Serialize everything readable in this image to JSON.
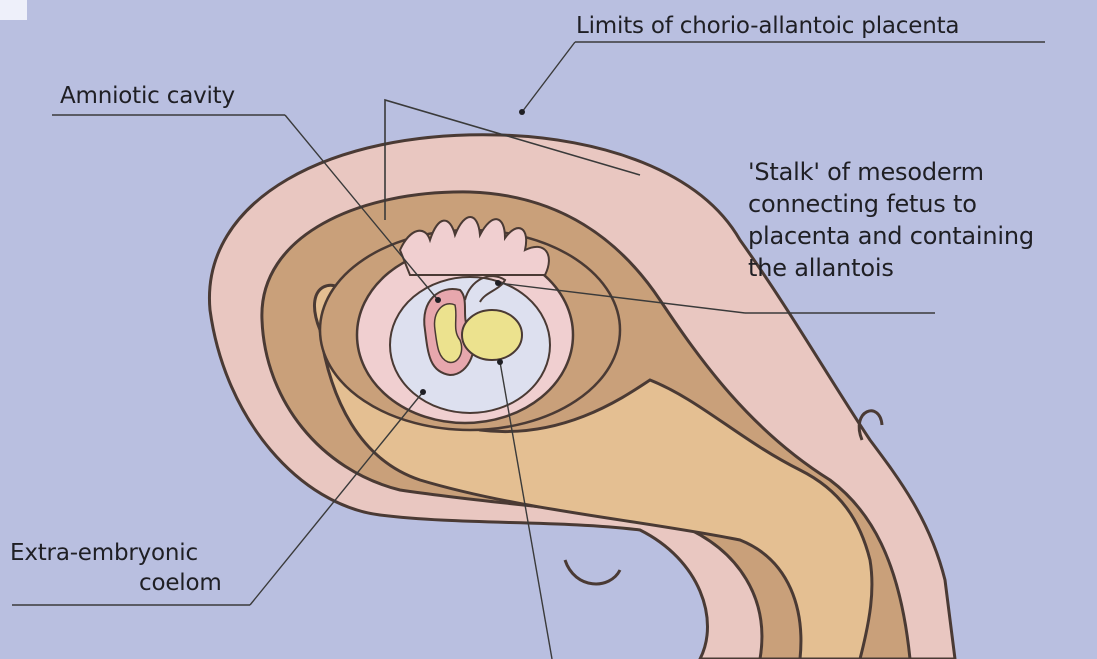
{
  "labels": {
    "placenta_limits": "Limits of chorio-allantoic placenta",
    "amniotic_cavity": "Amniotic cavity",
    "stalk_lines": [
      "'Stalk' of mesoderm",
      "connecting fetus to",
      "placenta and containing",
      "the allantois"
    ],
    "coelom_lines": [
      "Extra-embryonic",
      "coelom"
    ]
  },
  "colors": {
    "background": "#b9bfe0",
    "outer_wall": "#e9c7c1",
    "muscle": "#c9a07a",
    "muscle_dark": "#8a6348",
    "tube": "#e4bf92",
    "chorion": "#f0cfd0",
    "coelom": "#dde0ef",
    "yolk_sac": "#ece28e",
    "fetus_pink": "#e7a7ad",
    "outline": "#4a3a34"
  }
}
